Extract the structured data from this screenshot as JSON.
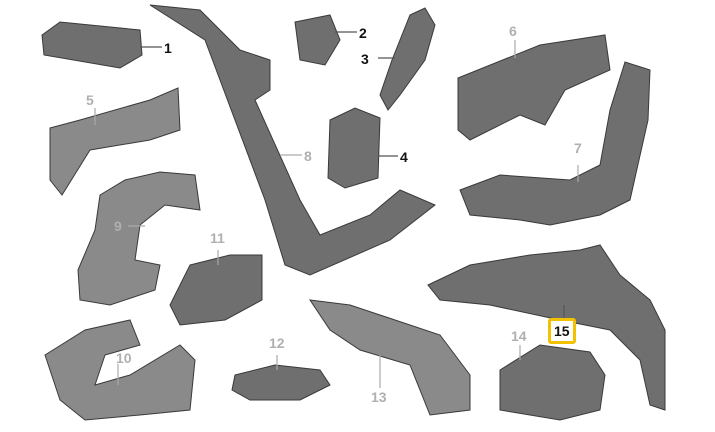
{
  "diagram": {
    "colors": {
      "part": "#6f6f6f",
      "highlight": "#f2c200",
      "label_dark": "#111111",
      "label_grey": "#b0b0b0"
    },
    "parts": [
      {
        "number": "1",
        "highlighted": false
      },
      {
        "number": "2",
        "highlighted": false
      },
      {
        "number": "3",
        "highlighted": false
      },
      {
        "number": "4",
        "highlighted": false
      },
      {
        "number": "5",
        "highlighted": false
      },
      {
        "number": "6",
        "highlighted": false
      },
      {
        "number": "7",
        "highlighted": false
      },
      {
        "number": "8",
        "highlighted": false
      },
      {
        "number": "9",
        "highlighted": false
      },
      {
        "number": "10",
        "highlighted": false
      },
      {
        "number": "11",
        "highlighted": false
      },
      {
        "number": "12",
        "highlighted": false
      },
      {
        "number": "13",
        "highlighted": false
      },
      {
        "number": "14",
        "highlighted": false
      },
      {
        "number": "15",
        "highlighted": true
      }
    ]
  }
}
